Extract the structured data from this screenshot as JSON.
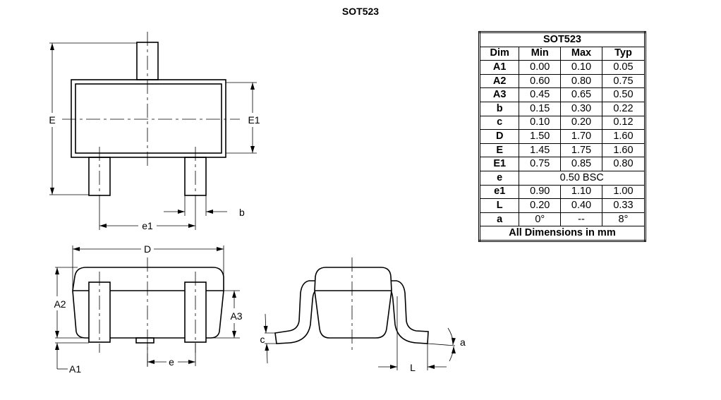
{
  "title": "SOT523",
  "labels": {
    "E": "E",
    "E1": "E1",
    "b": "b",
    "e1": "e1",
    "D": "D",
    "A2": "A2",
    "A3": "A3",
    "A1": "A1",
    "e": "e",
    "c": "c",
    "a": "a",
    "L": "L"
  },
  "table": {
    "title": "SOT523",
    "headers": [
      "Dim",
      "Min",
      "Max",
      "Typ"
    ],
    "rows": [
      {
        "dim": "A1",
        "min": "0.00",
        "max": "0.10",
        "typ": "0.05"
      },
      {
        "dim": "A2",
        "min": "0.60",
        "max": "0.80",
        "typ": "0.75"
      },
      {
        "dim": "A3",
        "min": "0.45",
        "max": "0.65",
        "typ": "0.50"
      },
      {
        "dim": "b",
        "min": "0.15",
        "max": "0.30",
        "typ": "0.22"
      },
      {
        "dim": "c",
        "min": "0.10",
        "max": "0.20",
        "typ": "0.12"
      },
      {
        "dim": "D",
        "min": "1.50",
        "max": "1.70",
        "typ": "1.60"
      },
      {
        "dim": "E",
        "min": "1.45",
        "max": "1.75",
        "typ": "1.60"
      },
      {
        "dim": "E1",
        "min": "0.75",
        "max": "0.85",
        "typ": "0.80"
      },
      {
        "dim": "e",
        "span": "0.50 BSC"
      },
      {
        "dim": "e1",
        "min": "0.90",
        "max": "1.10",
        "typ": "1.00"
      },
      {
        "dim": "L",
        "min": "0.20",
        "max": "0.40",
        "typ": "0.33"
      },
      {
        "dim": "a",
        "min": "0°",
        "max": "--",
        "typ": "8°"
      }
    ],
    "footer": "All Dimensions in mm"
  }
}
